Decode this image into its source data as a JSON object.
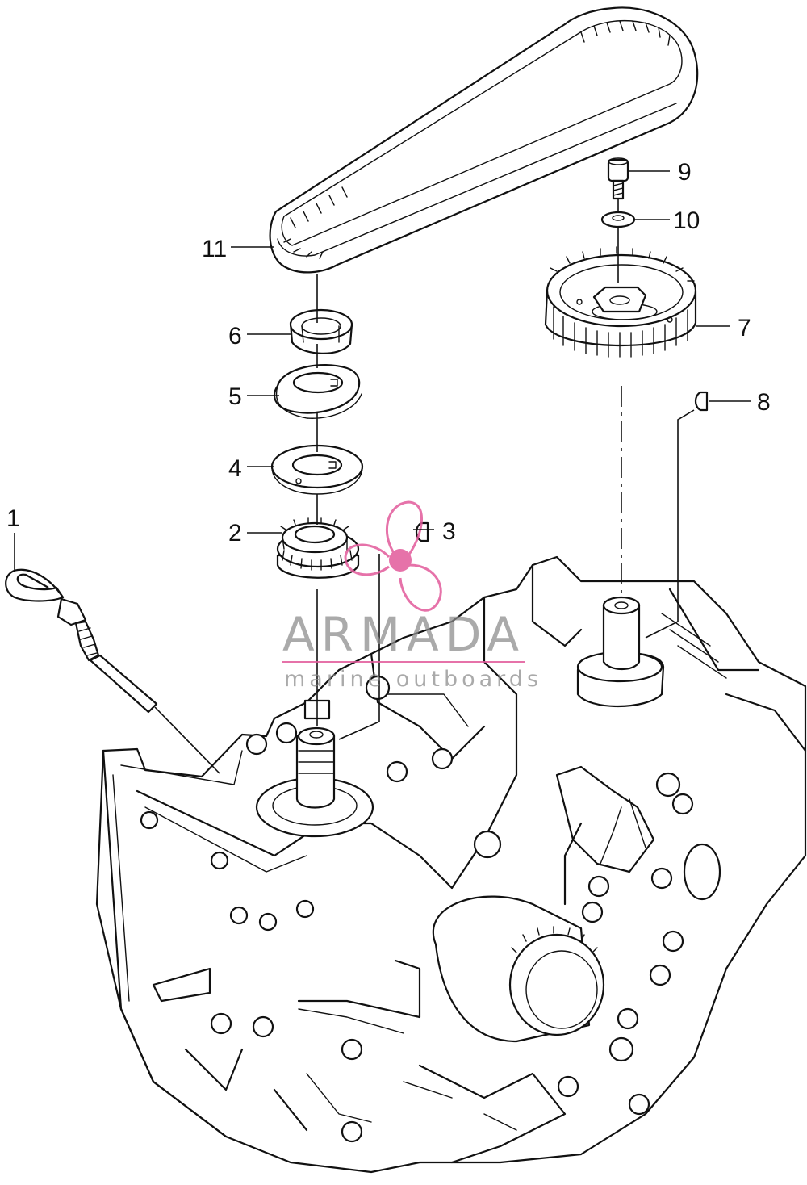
{
  "diagram": {
    "callouts": {
      "p1": "1",
      "p2": "2",
      "p3": "3",
      "p4": "4",
      "p5": "5",
      "p6": "6",
      "p7": "7",
      "p8": "8",
      "p9": "9",
      "p10": "10",
      "p11": "11"
    }
  },
  "watermark": {
    "brand": "ARMADA",
    "tagline": "marine outboards",
    "accent_color": "#e25a9b",
    "line_color": "#111111"
  }
}
